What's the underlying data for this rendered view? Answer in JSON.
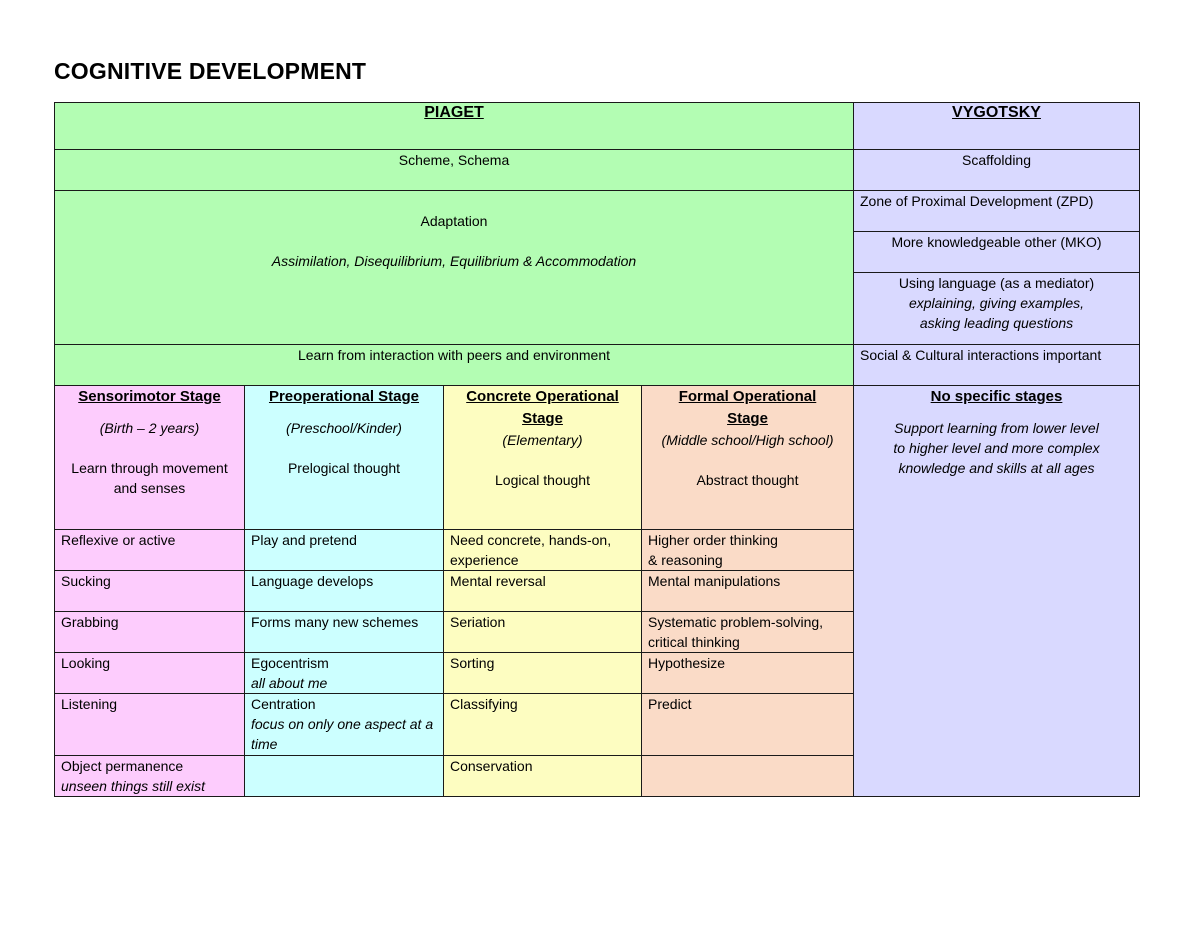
{
  "title": "COGNITIVE DEVELOPMENT",
  "piaget": {
    "heading": "PIAGET",
    "scheme": "Scheme, Schema",
    "adaptation": "Adaptation",
    "adaptation_detail": "Assimilation, Disequilibrium, Equilibrium & Accommodation",
    "learn": "Learn from interaction with peers and environment",
    "stages": [
      {
        "title": "Sensorimotor Stage",
        "title_line2": "",
        "age": "(Birth – 2 years)",
        "desc_line1": "Learn through movement",
        "desc_line2": "and senses"
      },
      {
        "title": "Preoperational Stage",
        "title_line2": "",
        "age": "(Preschool/Kinder)",
        "desc_line1": "Prelogical thought",
        "desc_line2": ""
      },
      {
        "title": "Concrete Operational",
        "title_line2": "Stage",
        "age": "(Elementary)",
        "desc_line1": "Logical thought",
        "desc_line2": ""
      },
      {
        "title": "Formal Operational",
        "title_line2": "Stage",
        "age": "(Middle school/High school)",
        "desc_line1": "Abstract thought",
        "desc_line2": ""
      }
    ],
    "rows": [
      [
        {
          "text": "Reflexive or active",
          "note": ""
        },
        {
          "text": "Play and pretend",
          "note": ""
        },
        {
          "text": "Need concrete, hands-on, experience",
          "note": ""
        },
        {
          "text": "Higher order thinking",
          "note": "",
          "line2": "& reasoning"
        }
      ],
      [
        {
          "text": "Sucking",
          "note": ""
        },
        {
          "text": "Language develops",
          "note": ""
        },
        {
          "text": "Mental reversal",
          "note": ""
        },
        {
          "text": "Mental manipulations",
          "note": ""
        }
      ],
      [
        {
          "text": "Grabbing",
          "note": ""
        },
        {
          "text": "Forms many new schemes",
          "note": ""
        },
        {
          "text": "Seriation",
          "note": ""
        },
        {
          "text": "Systematic problem-solving, critical thinking",
          "note": ""
        }
      ],
      [
        {
          "text": "Looking",
          "note": ""
        },
        {
          "text": "Egocentrism",
          "note": "all about me"
        },
        {
          "text": "Sorting",
          "note": ""
        },
        {
          "text": "Hypothesize",
          "note": ""
        }
      ],
      [
        {
          "text": "Listening",
          "note": ""
        },
        {
          "text": "Centration",
          "note": "focus on only one aspect at a time"
        },
        {
          "text": "Classifying",
          "note": ""
        },
        {
          "text": "Predict",
          "note": ""
        }
      ],
      [
        {
          "text": "Object permanence",
          "note": "unseen things still exist"
        },
        {
          "text": "",
          "note": ""
        },
        {
          "text": "Conservation",
          "note": ""
        },
        {
          "text": "",
          "note": ""
        }
      ]
    ]
  },
  "vygotsky": {
    "heading": "VYGOTSKY",
    "scaffolding": "Scaffolding",
    "zpd": "Zone of Proximal Development (ZPD)",
    "mko": "More knowledgeable other (MKO)",
    "language": "Using language (as a mediator)",
    "language_detail_line1": "explaining, giving examples,",
    "language_detail_line2": "asking leading questions",
    "social": "Social & Cultural interactions important",
    "stages_title": "No specific stages",
    "stages_detail_line1": "Support learning from lower level",
    "stages_detail_line2": "to higher level and more complex",
    "stages_detail_line3": "knowledge and skills at all ages"
  },
  "colors": {
    "piaget": "#b3fdb3",
    "vygotsky": "#d9d9ff",
    "sensorimotor": "#fdccfd",
    "preoperational": "#ccffff",
    "concrete": "#fdfdc1",
    "formal": "#fadbc7"
  }
}
